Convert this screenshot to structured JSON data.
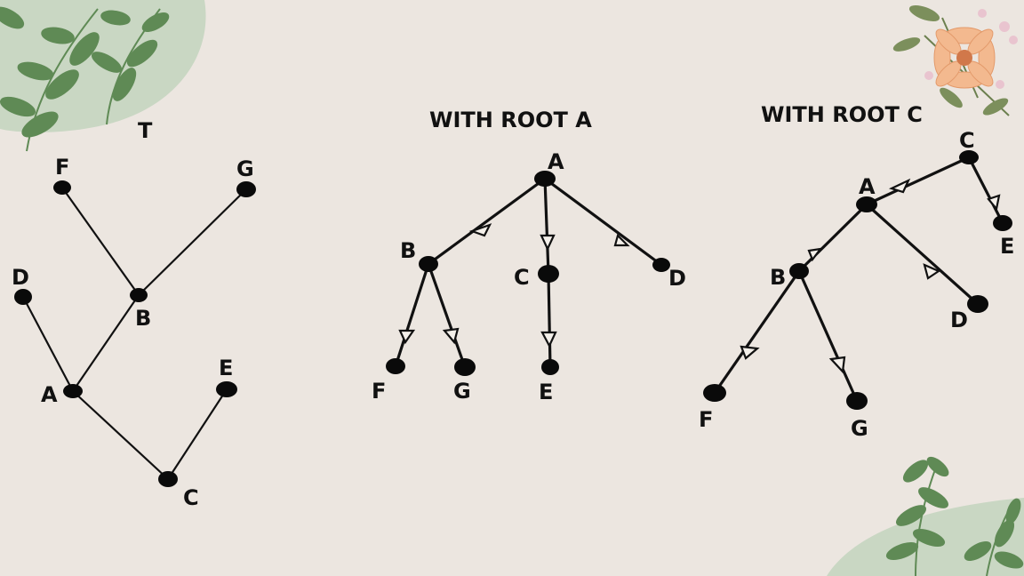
{
  "titles": {
    "tree_t": "T",
    "root_a": "WITH ROOT A",
    "root_c": "WITH ROOT C"
  },
  "colors": {
    "background": "#ece6e0",
    "ink": "#111111",
    "leaf_blob": "#c9d7c3",
    "leaf_green": "#5f8a55"
  },
  "decor": {
    "top_left": "leaves-decoration",
    "top_right": "flower-bouquet-decoration",
    "bottom_right": "leaves-decoration"
  },
  "diagrams": [
    {
      "id": "tree-t",
      "directed": false,
      "nodes": [
        "F",
        "G",
        "D",
        "B",
        "A",
        "E",
        "C"
      ],
      "edges": [
        [
          "F",
          "B"
        ],
        [
          "G",
          "B"
        ],
        [
          "B",
          "A"
        ],
        [
          "D",
          "A"
        ],
        [
          "A",
          "C"
        ],
        [
          "C",
          "E"
        ]
      ]
    },
    {
      "id": "root-a",
      "directed": true,
      "nodes": [
        "A",
        "B",
        "C",
        "D",
        "F",
        "G",
        "E"
      ],
      "edges": [
        [
          "A",
          "B"
        ],
        [
          "A",
          "C"
        ],
        [
          "A",
          "D"
        ],
        [
          "B",
          "F"
        ],
        [
          "B",
          "G"
        ],
        [
          "C",
          "E"
        ]
      ]
    },
    {
      "id": "root-c",
      "directed": true,
      "nodes": [
        "C",
        "A",
        "E",
        "B",
        "D",
        "F",
        "G"
      ],
      "edges": [
        [
          "C",
          "A"
        ],
        [
          "C",
          "E"
        ],
        [
          "A",
          "B"
        ],
        [
          "A",
          "D"
        ],
        [
          "B",
          "F"
        ],
        [
          "B",
          "G"
        ]
      ]
    }
  ]
}
